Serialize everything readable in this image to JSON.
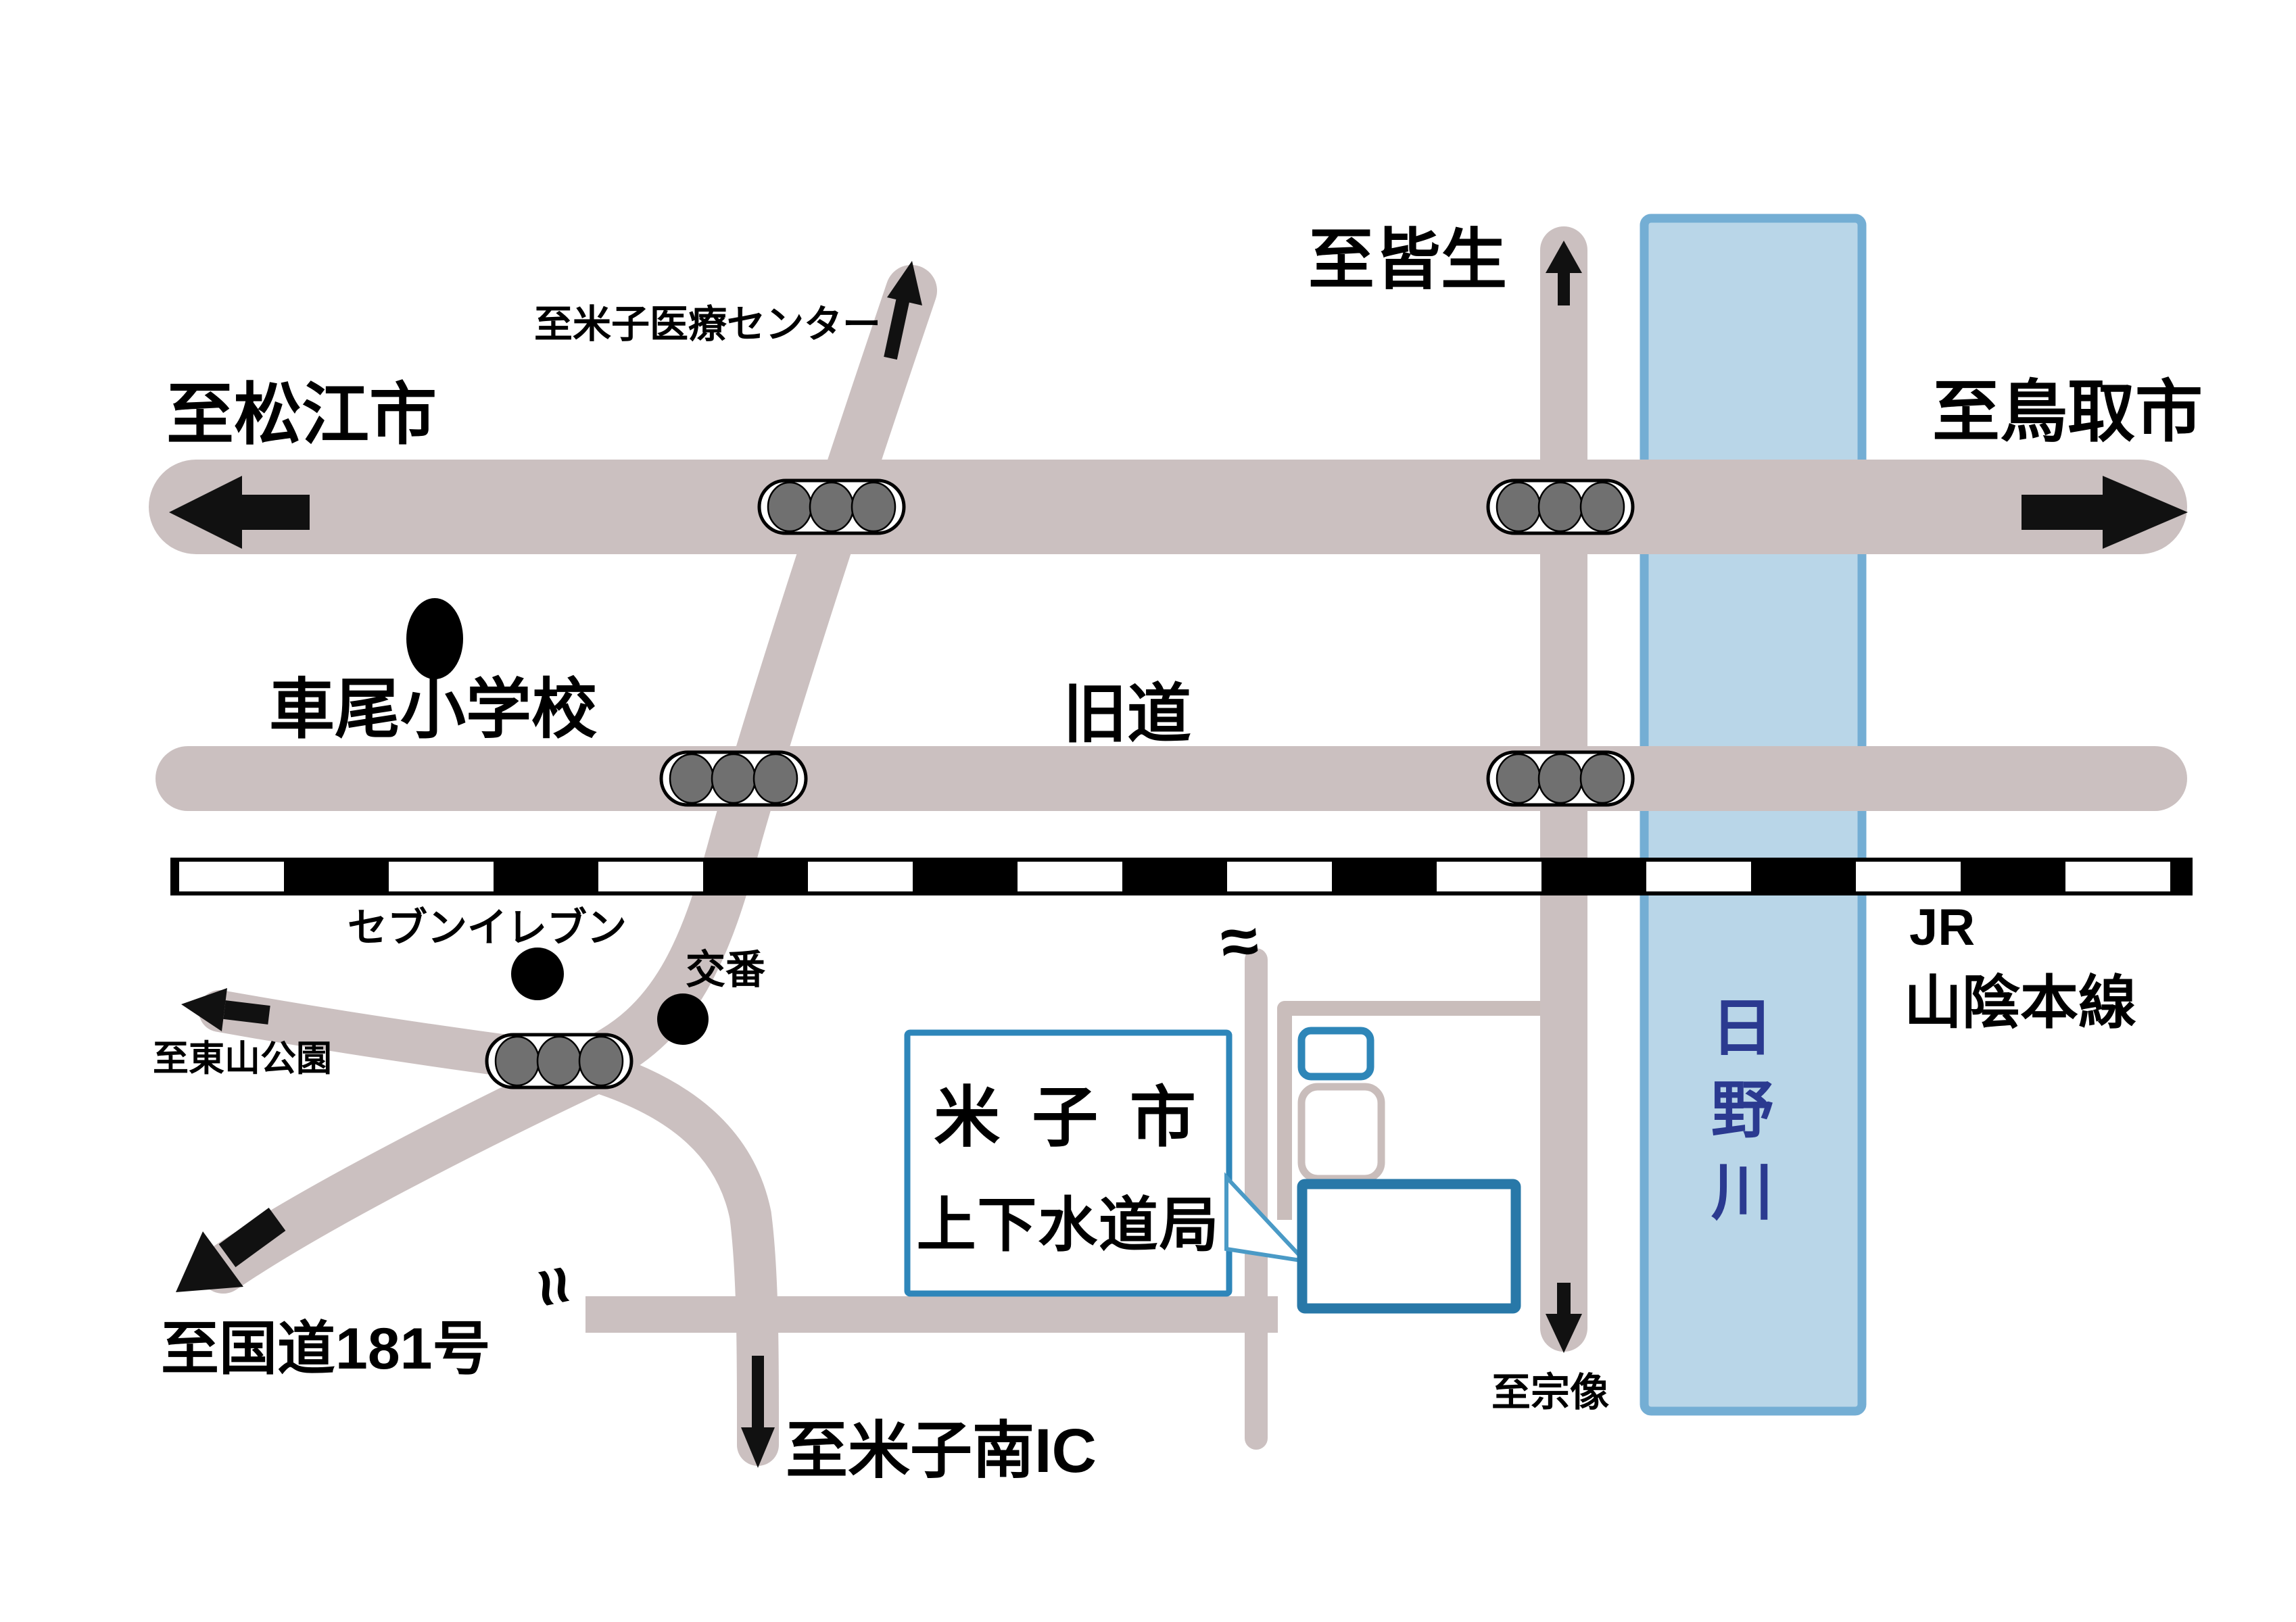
{
  "map": {
    "destinations": {
      "matsue": "至松江市",
      "tottori": "至鳥取市",
      "kaike": "至皆生",
      "medical_center": "至米子医療センター",
      "higashiyama_park": "至東山公園",
      "route_181": "至国道181号",
      "yonago_minami_ic": "至米子南IC",
      "munakata": "至宗像"
    },
    "places": {
      "elementary_school": "車尾小学校",
      "seven_eleven": "セブンイレブン",
      "police_box": "交番",
      "old_road": "旧道"
    },
    "railway": {
      "company": "JR",
      "line": "山陰本線"
    },
    "river": {
      "name": "日野川"
    },
    "office": {
      "line1": "米 子 市",
      "line2": "上下水道局"
    },
    "symbols": {
      "road_continuation": "≈"
    },
    "colors": {
      "road": "#cbc0c0",
      "river_fill": "#b9d6e8",
      "river_border": "#74aed4",
      "river_text": "#2b3a90",
      "label_box_border": "#2e86ba",
      "building_blue_border": "#2878a8",
      "building_small_blue_border": "#2e86b8",
      "building_gray_border": "#c9bdbb",
      "traffic_light_lamp": "#707070",
      "arrow": "#111111",
      "rail_black": "#000000"
    }
  }
}
